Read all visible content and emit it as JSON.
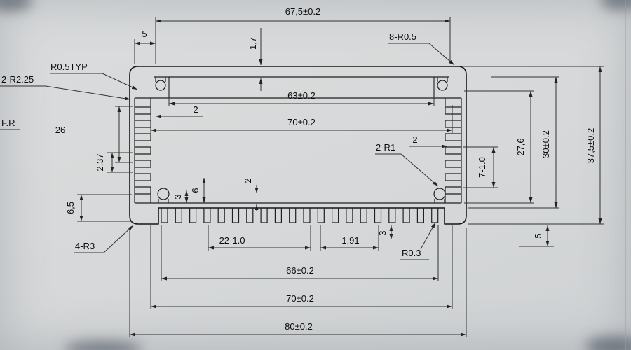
{
  "drawing": {
    "type": "aluminum-extrusion-profile-cross-section",
    "colors": {
      "background": "#d7d9da",
      "line": "#1a1a1a",
      "text": "#0d0d0d"
    },
    "labels": {
      "d675": "67,5±0.2",
      "d5top": "5",
      "d17": "1,7",
      "r05_8": "8-R0.5",
      "r05typ": "R0.5TYP",
      "r225": "2-R2.25",
      "fr": "F.R",
      "d26": "26",
      "d237": "2,37",
      "d63": "63±0.2",
      "d70mid": "70±0.2",
      "d2left": "2",
      "r1_2": "2-R1",
      "d2right": "2",
      "d276": "27,6",
      "d30": "30±0.2",
      "d375": "37,5±0.2",
      "d710": "7-1.0",
      "d65": "6,5",
      "d3l": "3",
      "d6": "6",
      "d2b": "2",
      "r3_4": "4-R3",
      "d2210": "22-1.0",
      "d191": "1,91",
      "d3r": "3",
      "r03": "R0.3",
      "d66": "66±0.2",
      "d70bot": "70±0.2",
      "d80": "80±0.2",
      "d5right": "5"
    }
  }
}
